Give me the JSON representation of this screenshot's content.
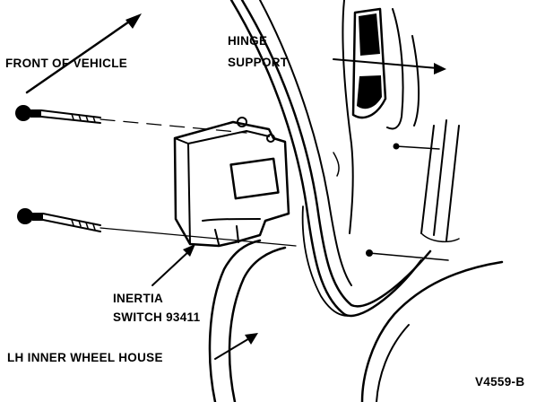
{
  "labels": {
    "front_of_vehicle": "FRONT OF VEHICLE",
    "hinge_line1": "HINGE",
    "hinge_line2": "SUPPORT",
    "inertia_line1": "INERTIA",
    "inertia_line2": "SWITCH 93411",
    "wheel_house": "LH INNER WHEEL HOUSE",
    "figure_code": "V4559-B"
  },
  "colors": {
    "ink": "#000000",
    "paper": "#ffffff"
  },
  "icons": {
    "direction_arrow": "arrow-up-right-icon"
  }
}
